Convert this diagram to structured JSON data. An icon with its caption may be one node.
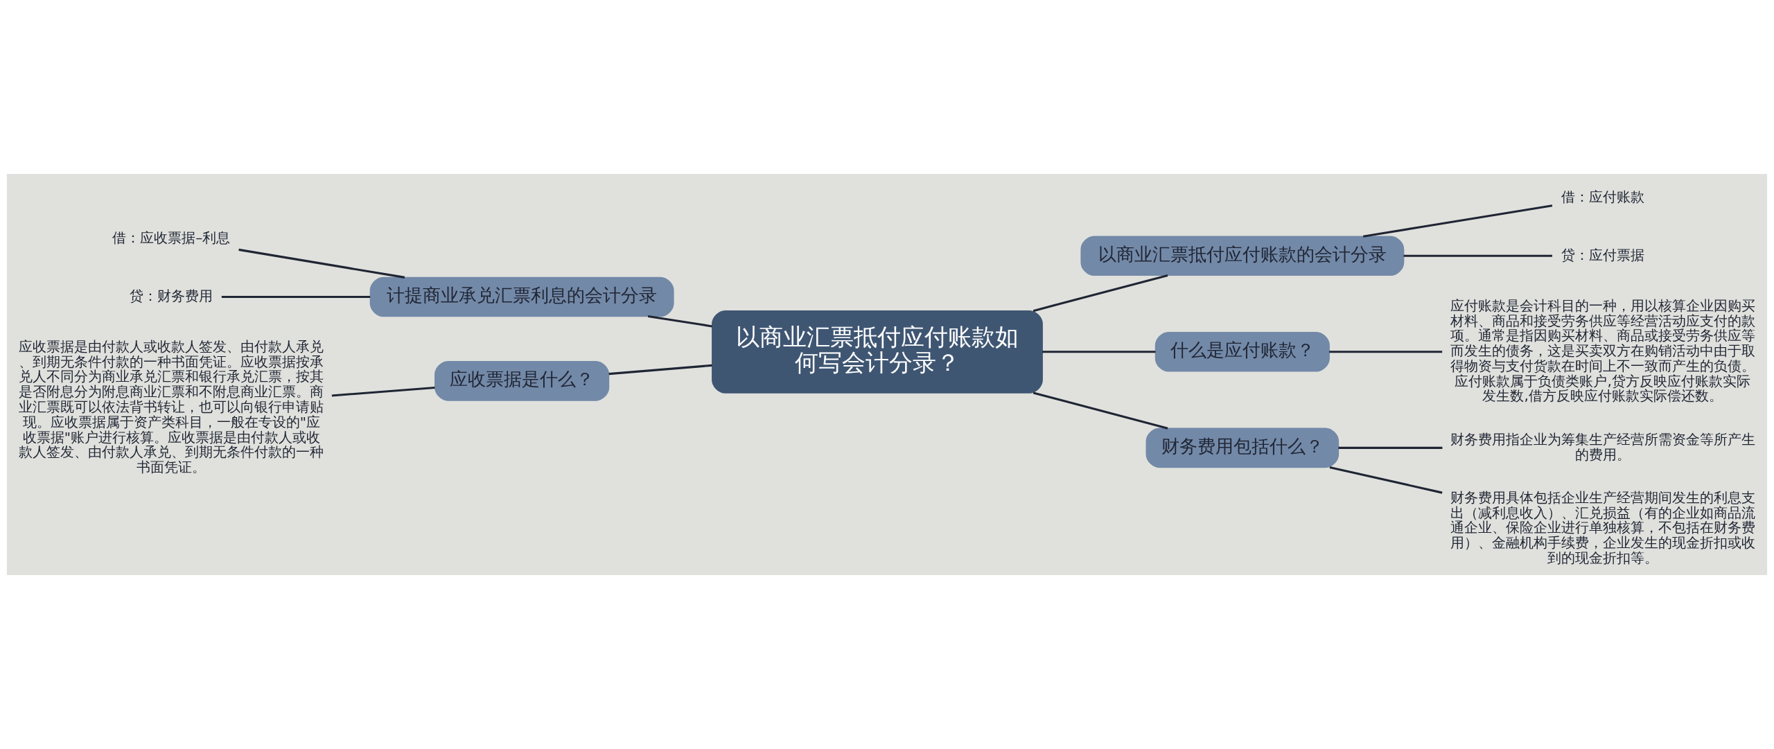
{
  "diagram": {
    "nodes": [
      {
        "text": [
          "以商业汇票抵付应付账款如何写会计分录？"
        ]
      },
      {
        "text": [
          "计提商业承兑汇票利息的会计分录"
        ]
      },
      {
        "text": [
          "借：应收票据–利息"
        ]
      },
      {
        "text": [
          "贷：财务费用"
        ]
      },
      {
        "text": [
          "应收票据是什么？"
        ]
      },
      {
        "text": [
          "应收票据是由付款人或收款人签发、由付款人承兑、到期无条件付款的一种书面凭证。应收票据按承兑人不同分为商业承兑汇票和银行承兑汇票，按其是否附息分为附息商业汇票和不附息商业汇票。商业汇票既可以依法背书转让，也可以向银行申请贴现。应收票据属于资产类科目，一般在专设的\"应收票据\"账户进行核算。应收票据是由付款人或收款人签发、由付款人承兑、到期无条件付款的一种书面凭证。"
        ]
      },
      {
        "text": [
          "以商业汇票抵付应付账款的会计分录"
        ]
      },
      {
        "text": [
          "借：应付账款"
        ]
      },
      {
        "text": [
          "贷：应付票据"
        ]
      },
      {
        "text": [
          "什么是应付账款？"
        ]
      },
      {
        "text": [
          "应付账款是会计科目的一种，用以核算企业因购买材料、商品和接受劳务供应等经营活动应支付的款项。通常是指因购买材料、商品或接受劳务供应等而发生的债务，这是买卖双方在购销活动中由于取得物资与支付货款在时间上不一致而产生的负债。应付账款属于负债类账户,贷方反映应付账款实际发生数,借方反映应付账款实际偿还数。"
        ]
      },
      {
        "text": [
          "财务费用包括什么？"
        ]
      },
      {
        "text": [
          "财务费用指企业为筹集生产经营所需资金等所产生的费用。"
        ]
      },
      {
        "text": [
          "财务费用具体包括企业生产经营期间发生的利息支出（减利息收入）、汇兑损益（有的企业如商品流通企业、保险企业进行单独核算，不包括在财务费用）、金融机构手续费，企业发生的现金折扣或收到的现金折扣等。"
        ]
      }
    ],
    "edges": [
      {
        "from": 2,
        "to": 1,
        "arrow": "none"
      },
      {
        "from": 3,
        "to": 1,
        "arrow": "none"
      },
      {
        "from": 1,
        "to": 0,
        "arrow": "none"
      },
      {
        "from": 5,
        "to": 4,
        "arrow": "none"
      },
      {
        "from": 4,
        "to": 0,
        "arrow": "none"
      },
      {
        "from": 0,
        "to": 6,
        "arrow": "none"
      },
      {
        "from": 6,
        "to": 7,
        "arrow": "none"
      },
      {
        "from": 6,
        "to": 8,
        "arrow": "none"
      },
      {
        "from": 0,
        "to": 9,
        "arrow": "none"
      },
      {
        "from": 9,
        "to": 10,
        "arrow": "none"
      },
      {
        "from": 0,
        "to": 11,
        "arrow": "none"
      },
      {
        "from": 11,
        "to": 12,
        "arrow": "none"
      },
      {
        "from": 11,
        "to": 13,
        "arrow": "none"
      }
    ]
  }
}
